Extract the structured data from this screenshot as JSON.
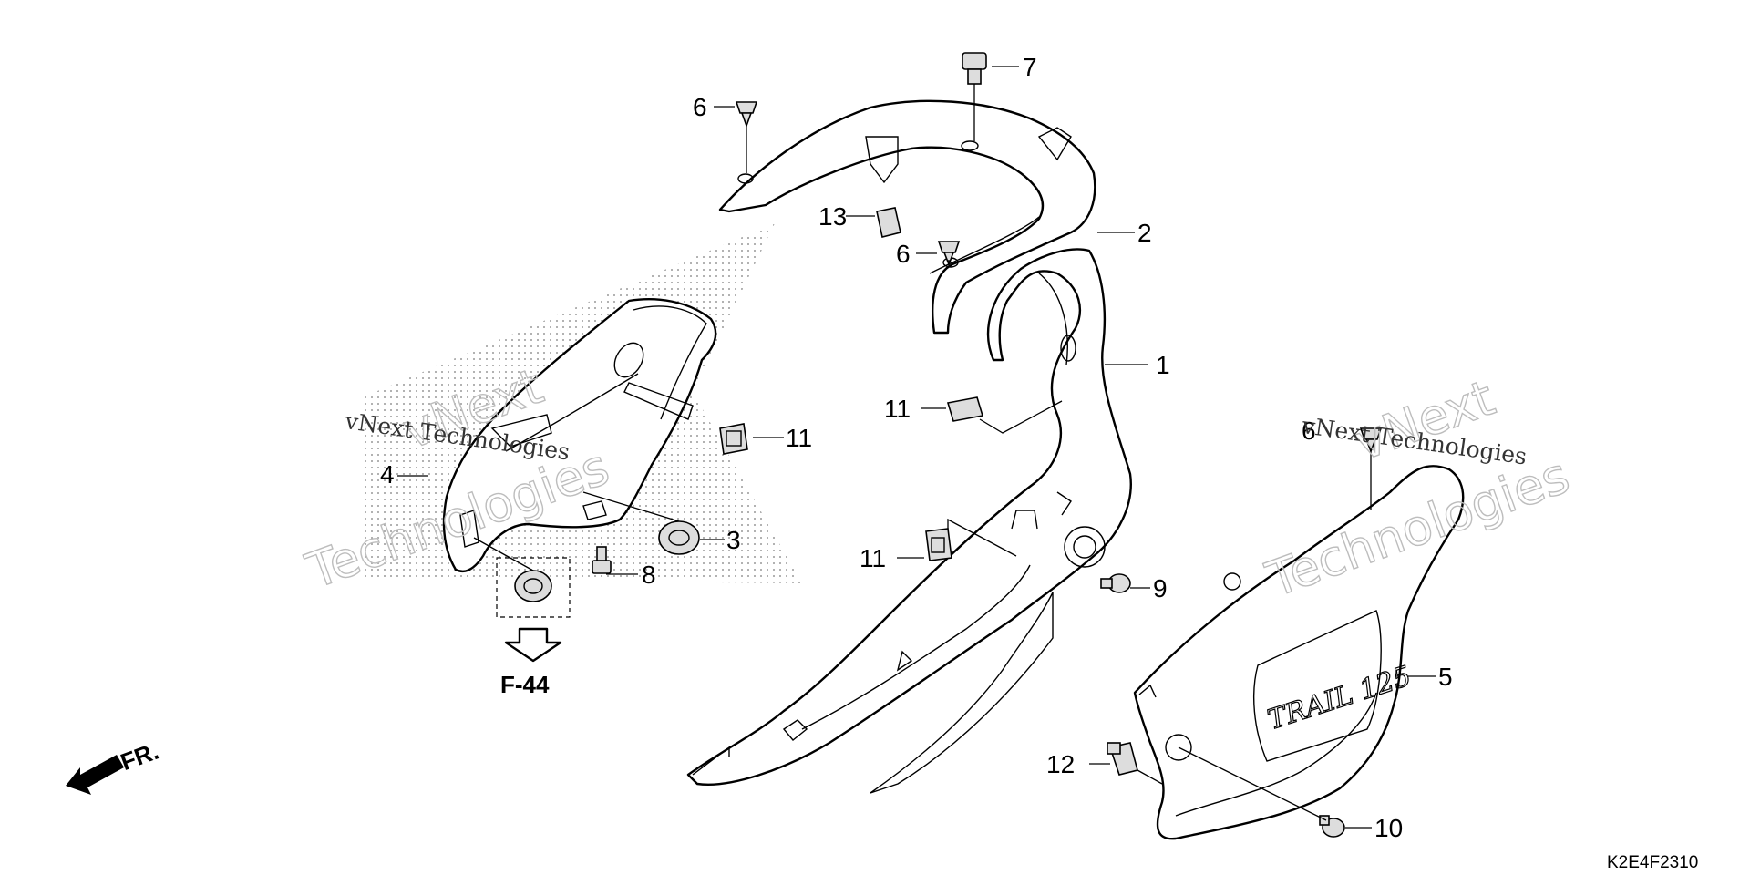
{
  "diagram": {
    "callouts": [
      "1",
      "2",
      "3",
      "4",
      "5",
      "6",
      "6",
      "6",
      "7",
      "8",
      "9",
      "10",
      "11",
      "11",
      "11",
      "12",
      "13"
    ],
    "reference": "F-44",
    "direction_label": "FR.",
    "diagram_code": "K2E4F2310",
    "decal_text": "TRAIL 125"
  },
  "watermarks": {
    "vnext": "vNext",
    "technologies": "Technologies",
    "caption": "vNext Technologies"
  }
}
